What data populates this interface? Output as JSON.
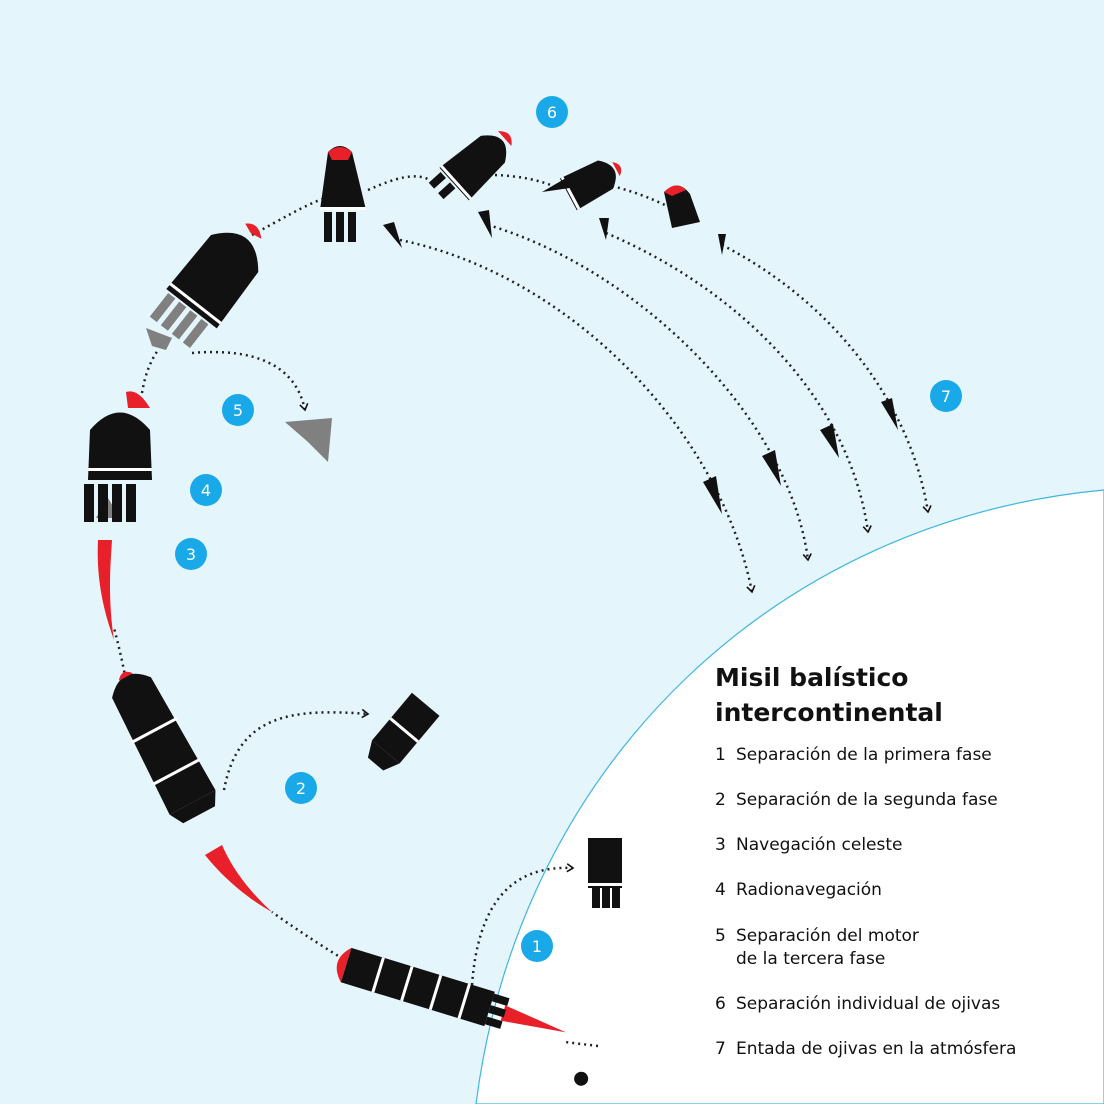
{
  "colors": {
    "sky": "#e4f5fc",
    "earth": "#ffffff",
    "horizon": "#3fb6e0",
    "badge": "#1aa9e8",
    "body": "#111111",
    "nose": "#e8202a",
    "flame": "#e8202a",
    "engine": "#808080"
  },
  "icons": [
    "missile-icon",
    "warhead-icon",
    "engine-icon",
    "flame-icon"
  ],
  "badges": [
    "1",
    "2",
    "3",
    "4",
    "5",
    "6",
    "7"
  ],
  "legend": {
    "title_line1": "Misil balístico",
    "title_line2": "intercontinental",
    "items": [
      {
        "num": "1",
        "text": "Separación de la primera fase"
      },
      {
        "num": "2",
        "text": "Separación de la segunda fase"
      },
      {
        "num": "3",
        "text": "Navegación celeste"
      },
      {
        "num": "4",
        "text": "Radionavegación"
      },
      {
        "num": "5",
        "text": "Separación del motor\nde la tercera fase"
      },
      {
        "num": "6",
        "text": "Separación individual de ojivas"
      },
      {
        "num": "7",
        "text": "Entada de ojivas en la atmósfera"
      }
    ]
  }
}
